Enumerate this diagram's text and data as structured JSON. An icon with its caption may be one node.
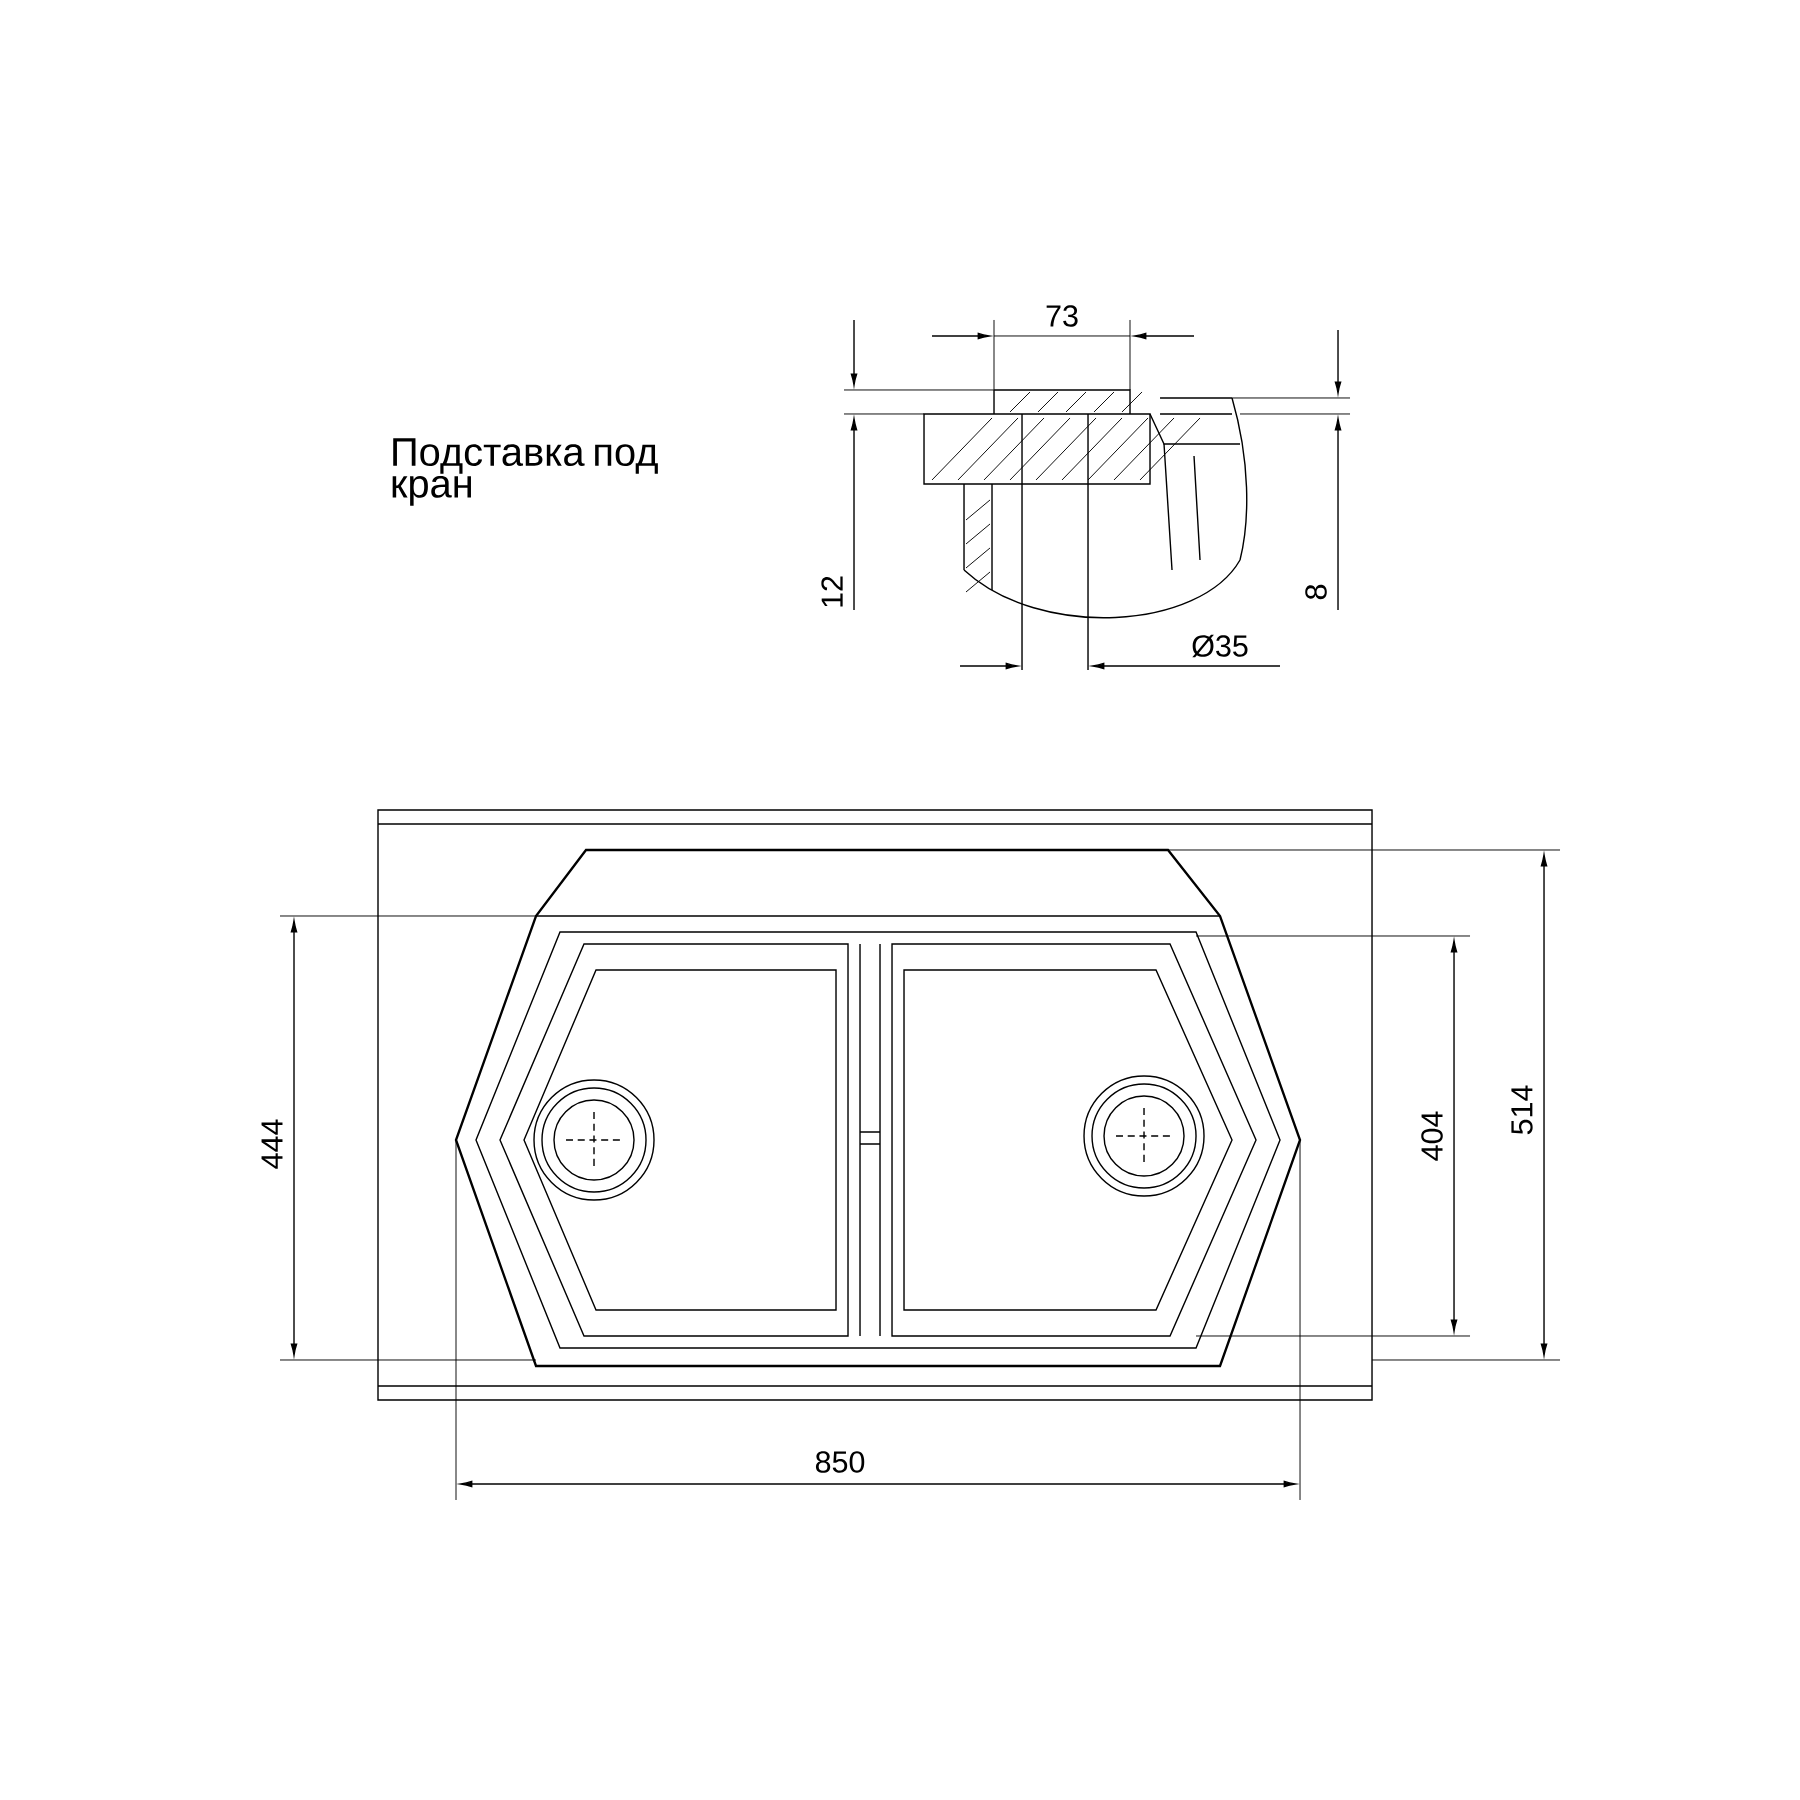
{
  "diagram": {
    "labels": [
      "Подставка под кран",
      "73",
      "12",
      "Ø35",
      "8",
      "444",
      "404",
      "514",
      "850"
    ]
  }
}
